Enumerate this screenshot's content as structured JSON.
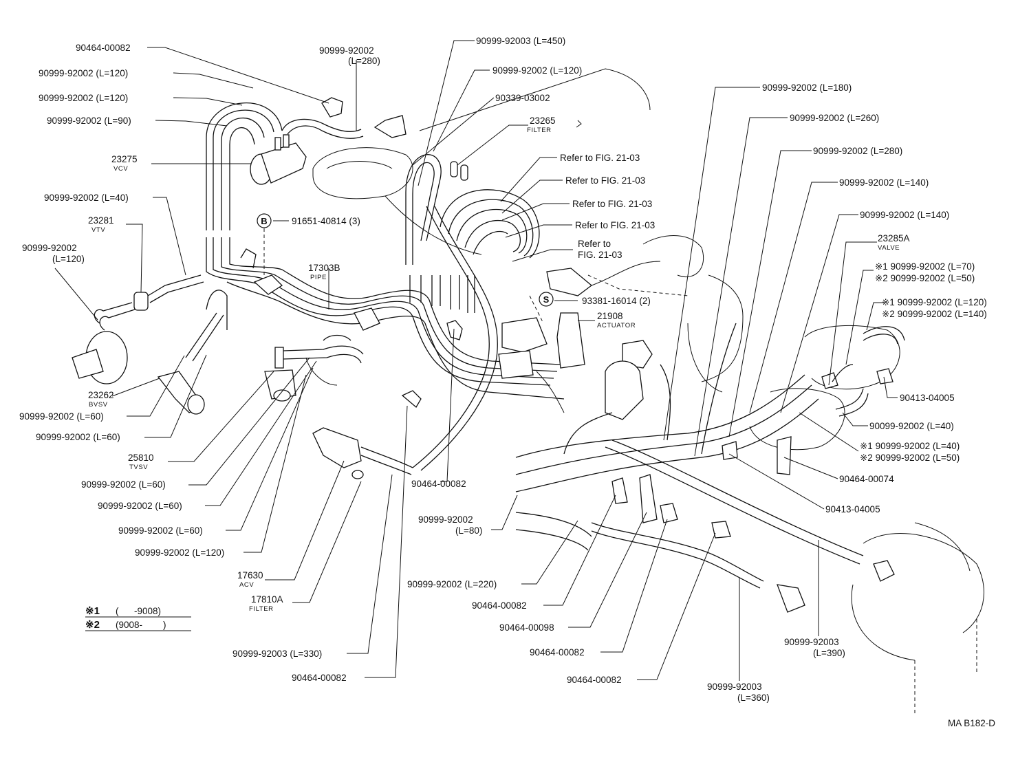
{
  "diagram_code": "MA B182-D",
  "legend": {
    "note1_mark": "※1",
    "note1_range": "(      -9008)",
    "note2_mark": "※2",
    "note2_range": "(9008-        )"
  },
  "symbols": {
    "b": "B",
    "s": "S"
  },
  "labels": {
    "l01": "90464-00082",
    "l02": "90999-92002 (L=120)",
    "l03": "90999-92002 (L=120)",
    "l04": "90999-92002 (L=90)",
    "l05_num": "23275",
    "l05_sub": "VCV",
    "l06": "90999-92002 (L=40)",
    "l07_num": "23281",
    "l07_sub": "VTV",
    "l08a": "90999-92002",
    "l08b": "(L=120)",
    "l09_num": "23262",
    "l09_sub": "BVSV",
    "l10": "90999-92002 (L=60)",
    "l11": "90999-92002 (L=60)",
    "l12_num": "25810",
    "l12_sub": "TVSV",
    "l13": "90999-92002 (L=60)",
    "l14": "90999-92002 (L=60)",
    "l15": "90999-92002 (L=60)",
    "l16": "90999-92002 (L=120)",
    "l17_num": "17630",
    "l17_sub": "ACV",
    "l18_num": "17810A",
    "l18_sub": "FILTER",
    "l19": "90999-92003 (L=330)",
    "l20": "90464-00082",
    "l21a": "90999-92002",
    "l21b": "(L=280)",
    "l22": "90999-92003 (L=450)",
    "l23": "90999-92002 (L=120)",
    "l24": "90339-03002",
    "l25_num": "23265",
    "l25_sub": "FILTER",
    "l26": "Refer to FIG. 21-03",
    "l27": "Refer to FIG. 21-03",
    "l28": "Refer to FIG. 21-03",
    "l29": "Refer to FIG. 21-03",
    "l30a": "Refer to",
    "l30b": "FIG. 21-03",
    "l31": "91651-40814 (3)",
    "l32_num": "17303B",
    "l32_sub": "PIPE",
    "l33": "93381-16014 (2)",
    "l34_num": "21908",
    "l34_sub": "ACTUATOR",
    "l35": "90464-00082",
    "l36a": "90999-92002",
    "l36b": "(L=80)",
    "l37": "90999-92002 (L=220)",
    "l38": "90464-00082",
    "l39": "90464-00098",
    "l40": "90464-00082",
    "l41": "90464-00082",
    "l42a": "90999-92003",
    "l42b": "(L=360)",
    "l43a": "90999-92003",
    "l43b": "(L=390)",
    "l44": "90999-92002 (L=180)",
    "l45": "90999-92002 (L=260)",
    "l46": "90999-92002 (L=280)",
    "l47": "90999-92002 (L=140)",
    "l48": "90999-92002 (L=140)",
    "l49_num": "23285A",
    "l49_sub": "VALVE",
    "l50": "※1 90999-92002 (L=70)",
    "l51": "※2 90999-92002 (L=50)",
    "l52": "※1 90999-92002 (L=120)",
    "l53": "※2 90999-92002 (L=140)",
    "l54": "90413-04005",
    "l55": "90099-92002 (L=40)",
    "l56": "※1 90999-92002 (L=40)",
    "l57": "※2 90999-92002 (L=50)",
    "l58": "90464-00074",
    "l59": "90413-04005"
  }
}
